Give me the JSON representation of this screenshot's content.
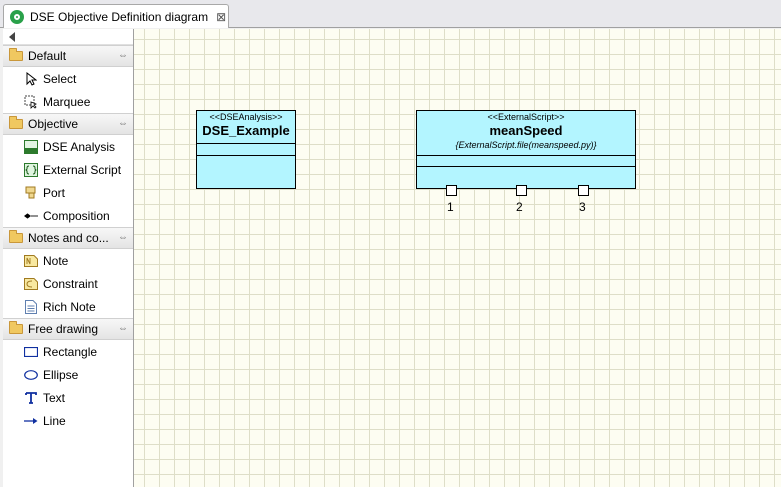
{
  "editor": {
    "tab_title": "DSE Objective Definition diagram",
    "tab_close": "⊠"
  },
  "palette": {
    "collapse_icon": "triangle-left-icon",
    "drawers": [
      {
        "label": "Default",
        "items": [
          {
            "label": "Select"
          },
          {
            "label": "Marquee"
          }
        ]
      },
      {
        "label": "Objective",
        "items": [
          {
            "label": "DSE Analysis"
          },
          {
            "label": "External Script"
          },
          {
            "label": "Port"
          },
          {
            "label": "Composition"
          }
        ]
      },
      {
        "label": "Notes and co...",
        "items": [
          {
            "label": "Note"
          },
          {
            "label": "Constraint"
          },
          {
            "label": "Rich Note"
          }
        ]
      },
      {
        "label": "Free drawing",
        "items": [
          {
            "label": "Rectangle"
          },
          {
            "label": "Ellipse"
          },
          {
            "label": "Text"
          },
          {
            "label": "Line"
          }
        ]
      }
    ],
    "pin_glyph": "⇔"
  },
  "diagram": {
    "dse_block": {
      "stereotype": "<<DSEAnalysis>>",
      "name": "DSE_Example"
    },
    "script_block": {
      "stereotype": "<<ExternalScript>>",
      "name": "meanSpeed",
      "property": "{ExternalScript.file(meanspeed.py)}",
      "ports": [
        "1",
        "2",
        "3"
      ]
    },
    "colors": {
      "block_fill": "#b3f5ff",
      "canvas": "#fdfdf2",
      "grid": "#dedec8"
    }
  }
}
